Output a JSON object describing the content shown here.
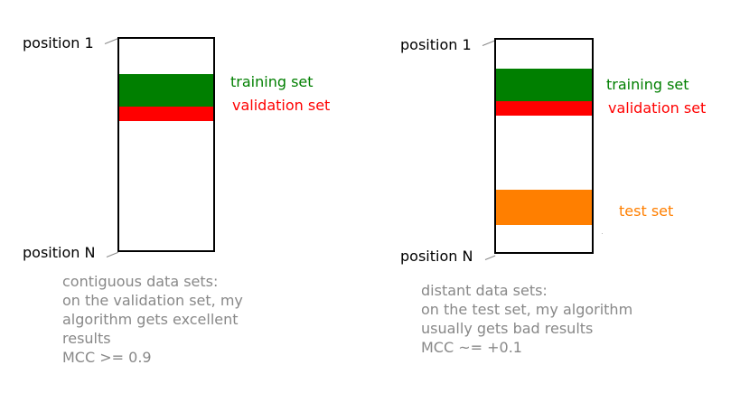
{
  "colors": {
    "training": "#007f00",
    "validation": "#ff0000",
    "test": "#ff7f00",
    "caption": "#888888",
    "label": "#000000"
  },
  "left": {
    "position_start": "position 1",
    "position_end": "position N",
    "training_label": "training set",
    "validation_label": "validation set",
    "caption_lines": [
      "contiguous data sets:",
      "on the validation set, my",
      "algorithm gets excellent",
      "results",
      "MCC >= 0.9"
    ]
  },
  "right": {
    "position_start": "position 1",
    "position_end": "position N",
    "training_label": "training set",
    "validation_label": "validation set",
    "test_label": "test set",
    "caption_lines": [
      "distant data sets:",
      "on the test set, my algorithm",
      "usually gets bad results",
      "MCC ~= +0.1"
    ]
  }
}
